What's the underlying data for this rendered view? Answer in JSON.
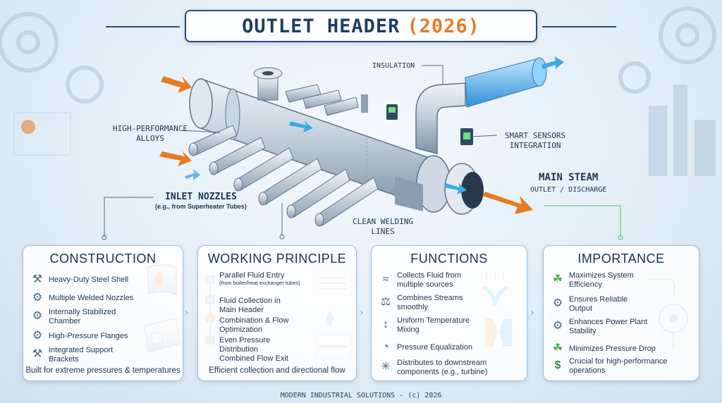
{
  "title": {
    "main": "OUTLET HEADER",
    "year": "(2026)"
  },
  "callouts": {
    "insulation": "INSULATION",
    "alloys_line1": "HIGH-PERFORMANCE",
    "alloys_line2": "ALLOYS",
    "sensors_line1": "SMART SENSORS",
    "sensors_line2": "INTEGRATION",
    "main_steam": "MAIN STEAM",
    "main_steam_sub": "OUTLET / DISCHARGE",
    "inlet": "INLET NOZZLES",
    "inlet_sub": "(e.g., from Superheater Tubes)",
    "welding_line1": "CLEAN WELDING",
    "welding_line2": "LINES"
  },
  "panels": {
    "construction": {
      "heading": "CONSTRUCTION",
      "items": [
        {
          "icon": "wrench-screwdriver-icon",
          "glyph": "⚒",
          "label": "Heavy-Duty Steel Shell"
        },
        {
          "icon": "gear-icon",
          "glyph": "⚙",
          "label": "Multiple Welded Nozzles"
        },
        {
          "icon": "gear-icon",
          "glyph": "⚙",
          "label": "Internally Stabilized Chamber"
        },
        {
          "icon": "gear-icon",
          "glyph": "⚙",
          "label": "High-Pressure Flanges"
        },
        {
          "icon": "wrench-screwdriver-icon",
          "glyph": "⚒",
          "label": "Integrated Support Brackets"
        }
      ],
      "footer": "Built for extreme pressures & temperatures"
    },
    "working": {
      "heading": "WORKING PRINCIPLE",
      "items": [
        {
          "label": "Parallel Fluid Entry",
          "note": "(from boiler/heat exchanger tubes)"
        },
        {
          "label": "Fluid Collection in Main Header"
        },
        {
          "label": "Combination & Flow Optimization"
        },
        {
          "label": "Even Pressure Distribution"
        },
        {
          "label": "Combined Flow Exit"
        }
      ],
      "footer": "Efficient collection and directional flow"
    },
    "functions": {
      "heading": "FUNCTIONS",
      "items": [
        {
          "icon": "flow-lines-icon",
          "glyph": "≈",
          "label": "Collects Fluid from multiple sources"
        },
        {
          "icon": "balance-scale-icon",
          "glyph": "⚖",
          "label": "Combines Streams smoothly"
        },
        {
          "icon": "thermometer-icon",
          "glyph": "↕",
          "label": "Uniform Temperature Mixing"
        },
        {
          "icon": "gauge-icon",
          "glyph": "◔",
          "label": "Pressure Equalization"
        },
        {
          "icon": "distribute-icon",
          "glyph": "✳",
          "label": "Distributes to downstream components (e.g., turbine)"
        }
      ]
    },
    "importance": {
      "heading": "IMPORTANCE",
      "items": [
        {
          "icon": "leaf-hand-icon",
          "glyph": "☘",
          "label": "Maximizes System Efficiency"
        },
        {
          "icon": "gear-icon",
          "glyph": "⚙",
          "label": "Ensures Reliable Output"
        },
        {
          "icon": "gear-icon",
          "glyph": "⚙",
          "label": "Enhances Power Plant Stability"
        },
        {
          "icon": "plant-hand-icon",
          "glyph": "☘",
          "label": "Minimizes Pressure Drop"
        },
        {
          "icon": "money-bag-icon",
          "glyph": "$",
          "label": "Crucial for high-performance operations"
        }
      ]
    }
  },
  "footer": "MODERN INDUSTRIAL SOLUTIONS - (c) 2026",
  "colors": {
    "accent": "#e87a22",
    "steel": "#b9c7d4",
    "flow": "#3fa9e6",
    "green": "#4cc26e"
  }
}
